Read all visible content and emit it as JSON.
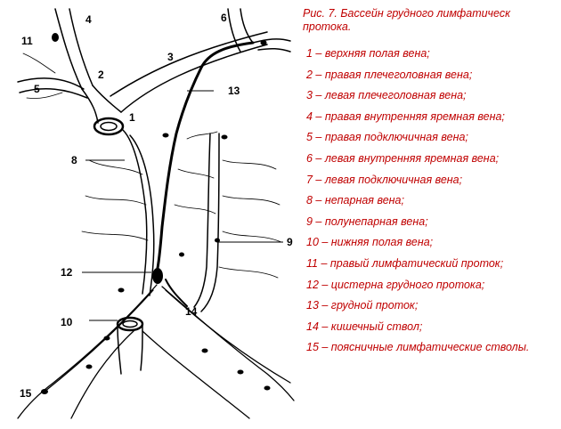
{
  "caption": {
    "line1": "Рис.  7.  Бассейн  грудного  лимфатическ",
    "line2": "протока."
  },
  "legend": [
    {
      "num": "1",
      "text": "1 – верхняя полая вена;"
    },
    {
      "num": "2",
      "text": "2 – правая плечеголовная вена;"
    },
    {
      "num": "3",
      "text": "3 – левая плечеголовная вена;"
    },
    {
      "num": "4",
      "text": "4 – правая внутренняя яремная вена;"
    },
    {
      "num": "5",
      "text": "5 – правая подключичная вена;"
    },
    {
      "num": "6",
      "text": "6 – левая внутренняя яремная вена;"
    },
    {
      "num": "7",
      "text": "7 – левая подключичная вена;"
    },
    {
      "num": "8",
      "text": "8 – непарная вена;"
    },
    {
      "num": "9",
      "text": "9 – полунепарная вена;"
    },
    {
      "num": "10",
      "text": "10 – нижняя полая вена;"
    },
    {
      "num": "11",
      "text": "11 – правый лимфатический проток;"
    },
    {
      "num": "12",
      "text": "12 – цистерна грудного протока;"
    },
    {
      "num": "13",
      "text": "13 – грудной проток;"
    },
    {
      "num": "14",
      "text": "14 – кишечный ствол;"
    },
    {
      "num": "15",
      "text": "15 – поясничные лимфатические стволы."
    }
  ],
  "figure_labels": {
    "n1": "1",
    "n2": "2",
    "n3": "3",
    "n4": "4",
    "n5": "5",
    "n6": "6",
    "n8": "8",
    "n9": "9",
    "n10": "10",
    "n11": "11",
    "n12": "12",
    "n13": "13",
    "n14": "14",
    "n15": "15"
  },
  "colors": {
    "caption_text": "#c00000",
    "drawing": "#000000",
    "background": "#ffffff"
  }
}
